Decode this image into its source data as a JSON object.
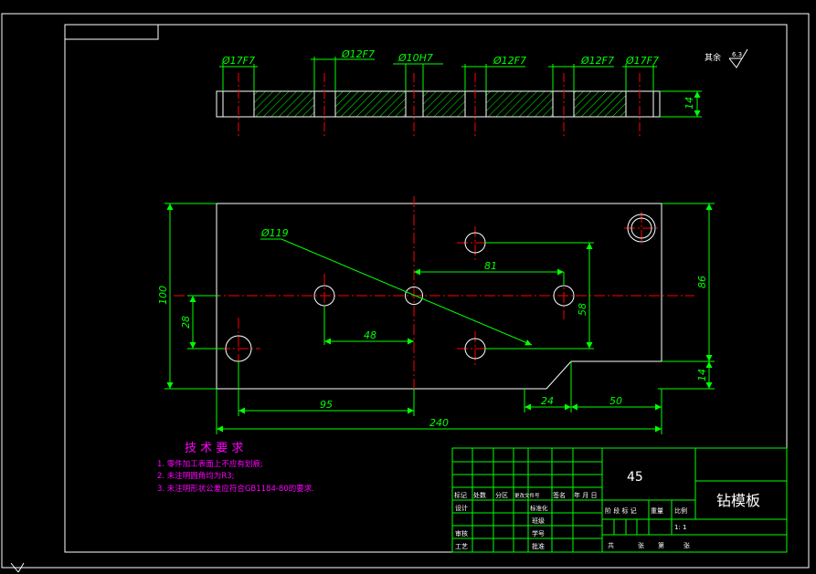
{
  "colors": {
    "border": "#ffffff",
    "part": "#ffffff",
    "dimension": "#00ff00",
    "centerline": "#ff0000",
    "notes": "#ff00ff",
    "table_line": "#00ff00",
    "table_text": "#ffffff"
  },
  "section_view": {
    "hole_callouts": [
      "Ø17F7",
      "Ø12F7",
      "Ø10H7",
      "Ø12F7",
      "Ø12F7",
      "Ø17F7"
    ],
    "thickness": "14",
    "roughness_prefix": "其余",
    "roughness_value": "6.3"
  },
  "plan_view": {
    "circle_callout": "Ø119",
    "dims": {
      "d81": "81",
      "d58": "58",
      "d48": "48",
      "d28": "28",
      "d100": "100",
      "d86": "86",
      "d14": "14",
      "d95": "95",
      "d24": "24",
      "d50": "50",
      "d240": "240"
    }
  },
  "notes": {
    "title": "技 术 要 求",
    "items": [
      "1. 零件加工表面上不应有划痕;",
      "2. 未注明圆角均为R3;",
      "3. 未注明形状公差应符合GB1184-80的要求."
    ]
  },
  "title_block": {
    "material": "45",
    "part_name": "钻模板",
    "header_row": [
      "标记",
      "处数",
      "分区",
      "更改文件号",
      "签名",
      "年 月 日"
    ],
    "left_rows": [
      "设计",
      "",
      "审核",
      "工艺"
    ],
    "mid_labels": [
      "标准化",
      "班级",
      "学号",
      "批准"
    ],
    "stage_labels": [
      "阶 段 标 记",
      "重量",
      "比例"
    ],
    "scale": "1: 1",
    "sheet": [
      "共",
      "张",
      "第",
      "张"
    ]
  }
}
